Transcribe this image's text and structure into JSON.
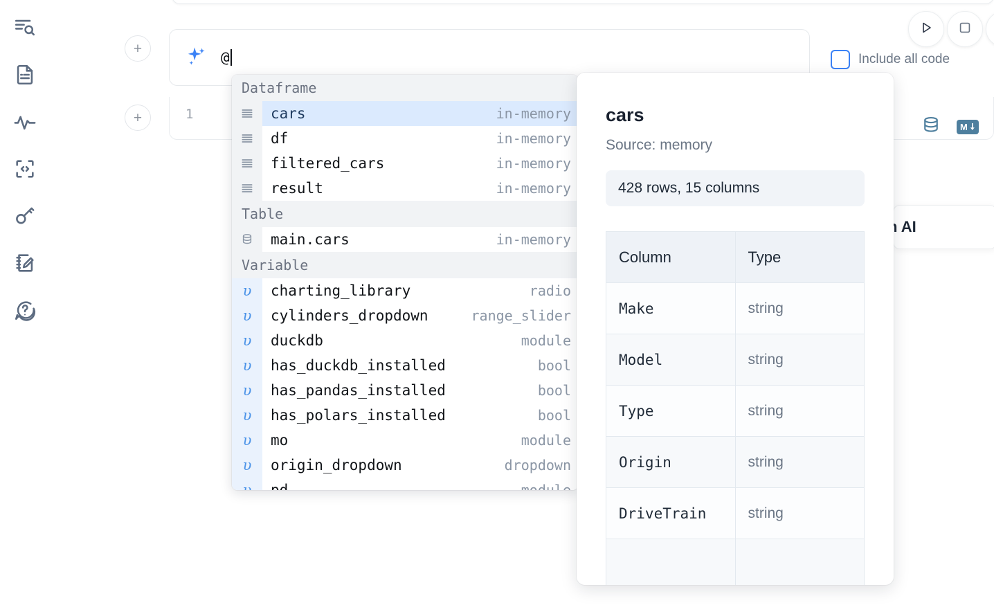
{
  "sidebar": {
    "items": [
      {
        "name": "search-outline",
        "icon": "search-lines-icon"
      },
      {
        "name": "document",
        "icon": "document-icon"
      },
      {
        "name": "activity",
        "icon": "activity-pulse-icon"
      },
      {
        "name": "snippets",
        "icon": "code-brackets-icon"
      },
      {
        "name": "secrets",
        "icon": "key-icon"
      },
      {
        "name": "scratchpad",
        "icon": "notebook-pencil-icon"
      },
      {
        "name": "help",
        "icon": "chat-question-icon"
      }
    ]
  },
  "toolbar": {
    "add_cell_label": "+",
    "run_label": "run-icon",
    "stop_label": "stop-icon",
    "include_all_code_label": "Include all code",
    "include_all_code_checked": false
  },
  "ai_prompt": {
    "icon": "sparkle-icon",
    "value": "@",
    "accent_color": "#3b82f6"
  },
  "code_cell": {
    "line_number": "1",
    "database_icon": "database-icon",
    "markdown_icon": "markdown-icon",
    "md_label": "M"
  },
  "ai_tooltip": {
    "label": "h AI"
  },
  "autocomplete": {
    "groups": [
      {
        "label": "Dataframe",
        "items": [
          {
            "name": "cars",
            "type": "in-memory",
            "glyph": "dataframe-icon",
            "selected": true
          },
          {
            "name": "df",
            "type": "in-memory",
            "glyph": "dataframe-icon",
            "selected": false
          },
          {
            "name": "filtered_cars",
            "type": "in-memory",
            "glyph": "dataframe-icon",
            "selected": false
          },
          {
            "name": "result",
            "type": "in-memory",
            "glyph": "dataframe-icon",
            "selected": false
          }
        ]
      },
      {
        "label": "Table",
        "items": [
          {
            "name": "main.cars",
            "type": "in-memory",
            "glyph": "table-icon",
            "selected": false
          }
        ]
      },
      {
        "label": "Variable",
        "items": [
          {
            "name": "charting_library",
            "type": "radio",
            "glyph": "variable-icon",
            "selected": false
          },
          {
            "name": "cylinders_dropdown",
            "type": "range_slider",
            "glyph": "variable-icon",
            "selected": false
          },
          {
            "name": "duckdb",
            "type": "module",
            "glyph": "variable-icon",
            "selected": false
          },
          {
            "name": "has_duckdb_installed",
            "type": "bool",
            "glyph": "variable-icon",
            "selected": false
          },
          {
            "name": "has_pandas_installed",
            "type": "bool",
            "glyph": "variable-icon",
            "selected": false
          },
          {
            "name": "has_polars_installed",
            "type": "bool",
            "glyph": "variable-icon",
            "selected": false
          },
          {
            "name": "mo",
            "type": "module",
            "glyph": "variable-icon",
            "selected": false
          },
          {
            "name": "origin_dropdown",
            "type": "dropdown",
            "glyph": "variable-icon",
            "selected": false
          },
          {
            "name": "pd",
            "type": "module",
            "glyph": "variable-icon",
            "selected": false
          }
        ]
      }
    ]
  },
  "preview": {
    "title": "cars",
    "source": "Source: memory",
    "stats": "428 rows, 15 columns",
    "columns_header": "Column",
    "type_header": "Type",
    "rows": [
      {
        "column": "Make",
        "type": "string"
      },
      {
        "column": "Model",
        "type": "string"
      },
      {
        "column": "Type",
        "type": "string"
      },
      {
        "column": "Origin",
        "type": "string"
      },
      {
        "column": "DriveTrain",
        "type": "string"
      },
      {
        "column": "",
        "type": ""
      }
    ]
  }
}
